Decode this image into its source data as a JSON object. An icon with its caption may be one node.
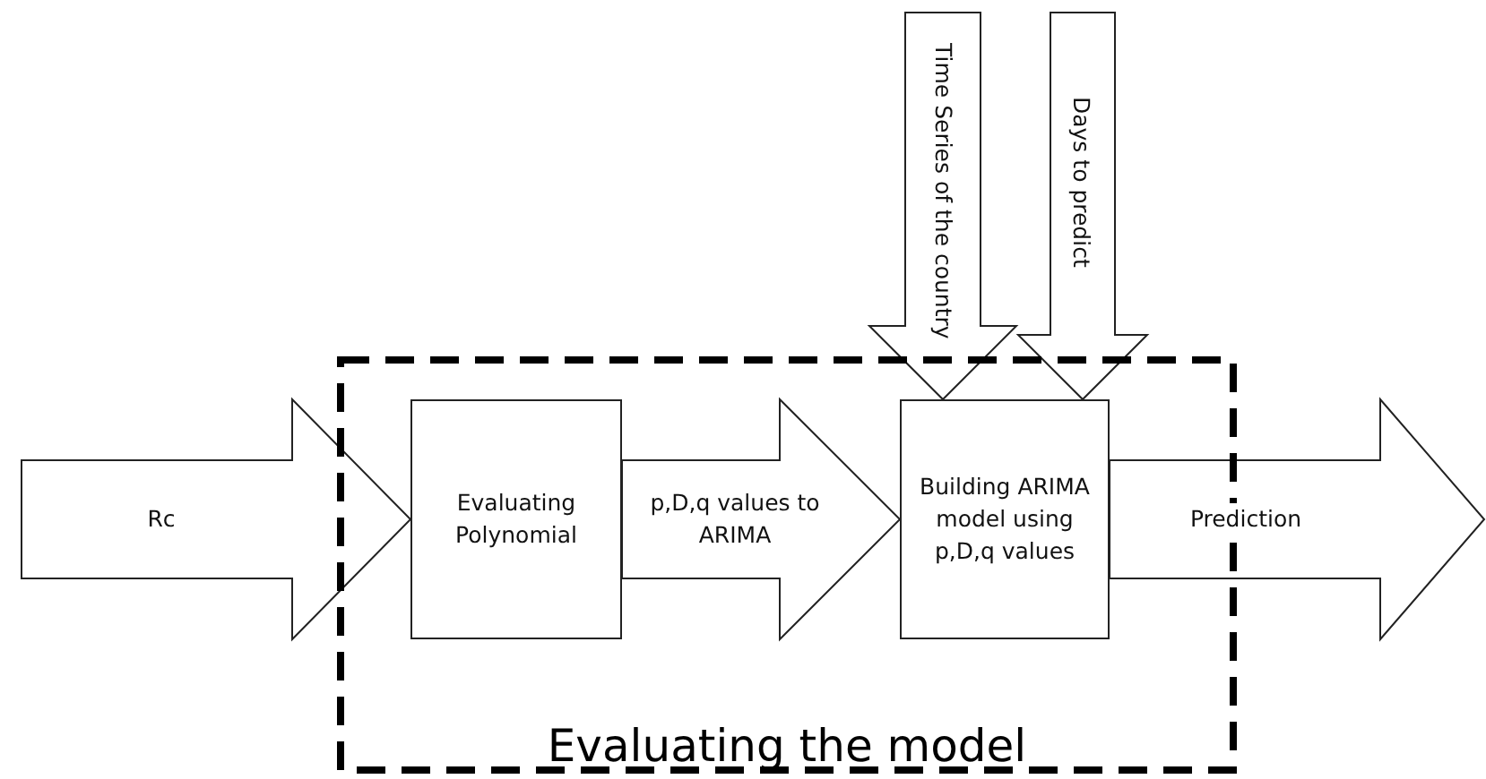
{
  "diagram": {
    "nodes": [
      {
        "text": [
          "Evaluating the model"
        ]
      },
      {
        "text": [
          "Evaluating Polynomial"
        ],
        "in": 0
      },
      {
        "text": [
          "Building ARIMA model using p,D,q values"
        ],
        "in": 0
      }
    ],
    "edges": [
      {
        "from": null,
        "to": 1,
        "arrow": "to",
        "label": "Rc"
      },
      {
        "from": 1,
        "to": 2,
        "arrow": "to",
        "label": "p,D,q values to ARIMA"
      },
      {
        "from": null,
        "to": 2,
        "arrow": "to",
        "label": "Time Series of the country"
      },
      {
        "from": null,
        "to": 2,
        "arrow": "to",
        "label": "Days to predict"
      },
      {
        "from": 2,
        "to": null,
        "arrow": "to",
        "label": "Prediction"
      }
    ]
  }
}
